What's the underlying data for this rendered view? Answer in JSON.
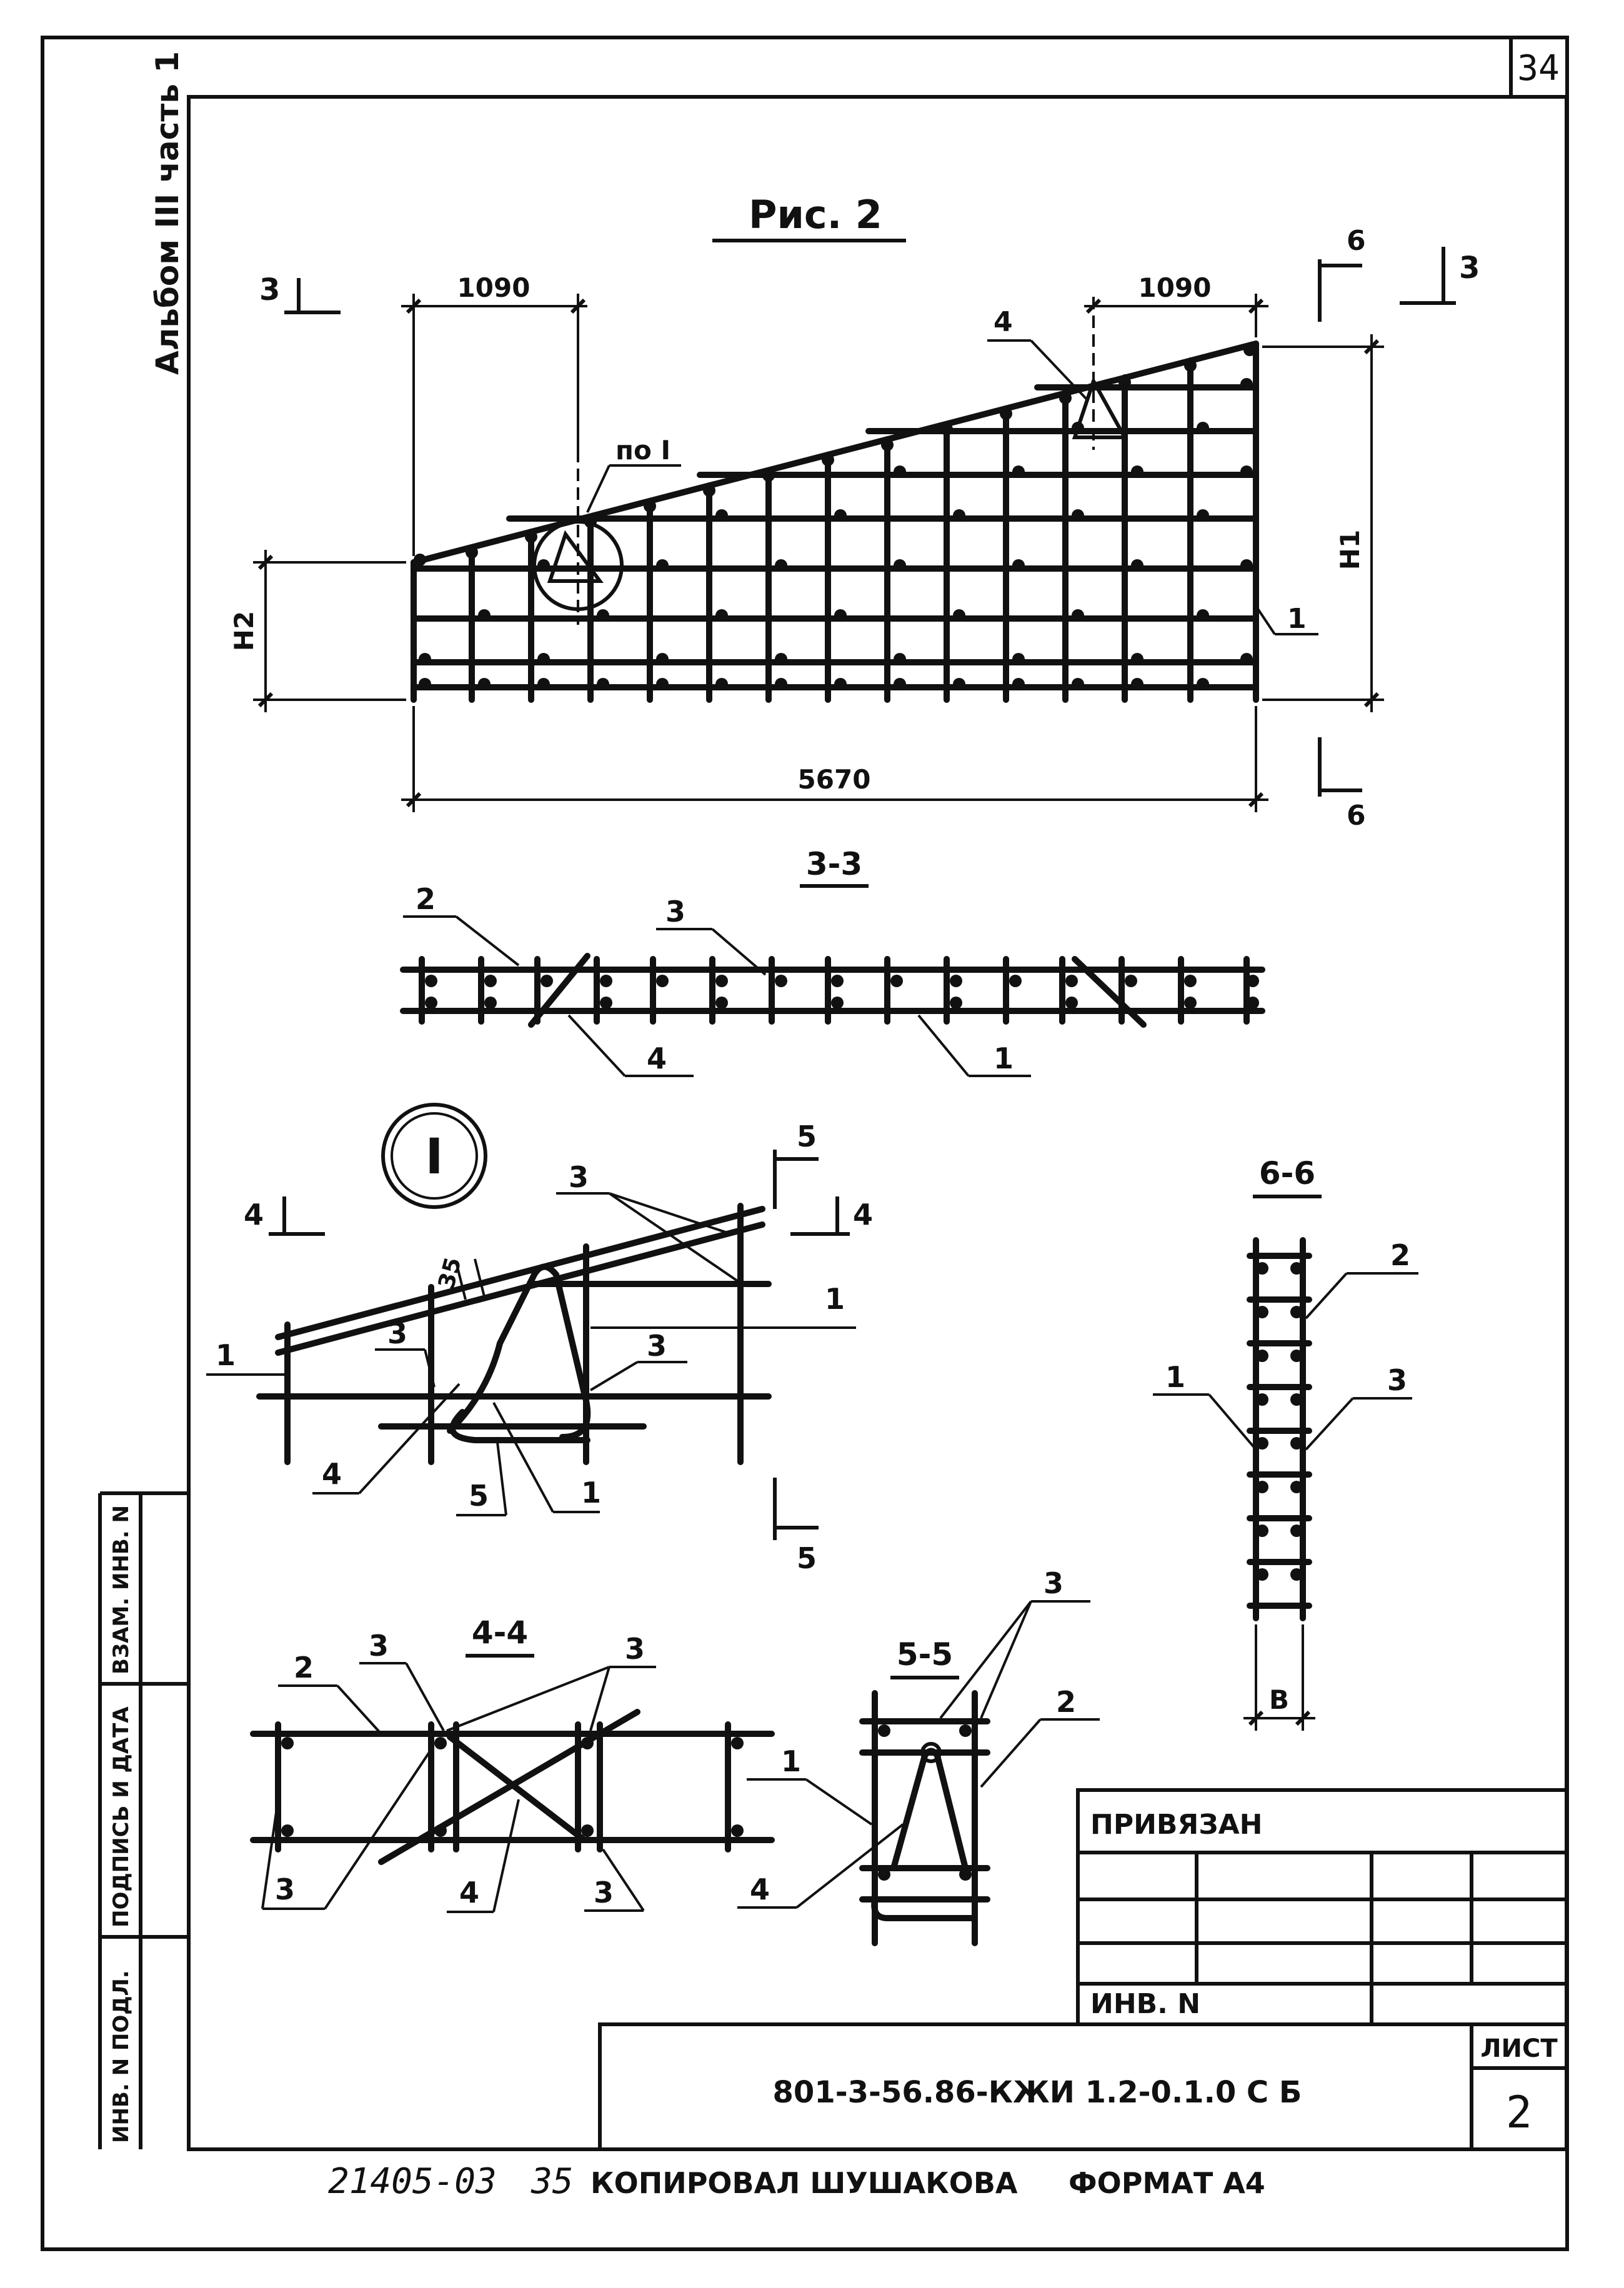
{
  "sheet": {
    "page_number": "34",
    "album_title": "Альбом III часть 1",
    "figure_title": "Рис. 2"
  },
  "main_view": {
    "dim_top_left": "1090",
    "dim_top_right": "1090",
    "dim_bottom": "5670",
    "dim_h1": "H1",
    "dim_h2": "H2",
    "callout_detail": "по I",
    "callout_4": "4",
    "callout_1": "1",
    "section_3_left": "3",
    "section_3_right": "3",
    "section_6_top": "6",
    "section_6_bottom": "6"
  },
  "section_3_3": {
    "title": "3-3",
    "label_2": "2",
    "label_3": "3",
    "label_4": "4",
    "label_1": "1"
  },
  "detail_I": {
    "badge": "I",
    "dim_35": "35",
    "label_3_top": "3",
    "label_1_right": "1",
    "label_1_left": "1",
    "label_3_mid_left": "3",
    "label_3_mid_right": "3",
    "label_4": "4",
    "label_5": "5",
    "label_1_bottom": "1",
    "section_4_left": "4",
    "section_4_right": "4",
    "section_5_top": "5",
    "section_5_bottom": "5"
  },
  "section_6_6": {
    "title": "6-6",
    "label_2": "2",
    "label_1": "1",
    "label_3": "3",
    "label_b": "B"
  },
  "section_4_4": {
    "title": "4-4",
    "label_2": "2",
    "label_3_top": "3",
    "label_3_top_right": "3",
    "label_3_bottom_left": "3",
    "label_4": "4",
    "label_3_bottom_right": "3"
  },
  "section_5_5": {
    "title": "5-5",
    "label_3": "3",
    "label_2": "2",
    "label_1": "1",
    "label_4": "4"
  },
  "stamp": {
    "privyazan": "ПРИВЯЗАН",
    "inv_n": "ИНВ. N",
    "doc_code": "801-3-56.86-КЖИ 1.2-0.1.0 С Б",
    "list_label": "ЛИСТ",
    "list_number": "2"
  },
  "side_strip": {
    "inv_podl": "ИНВ. N ПОДЛ.",
    "podpis_data": "ПОДПИСЬ И ДАТА",
    "vzam_inv": "ВЗАМ. ИНВ. N"
  },
  "footer": {
    "code": "21405-03",
    "number": "35",
    "copied": "КОПИРОВАЛ ШУШАКОВА",
    "format": "ФОРМАТ А4"
  }
}
